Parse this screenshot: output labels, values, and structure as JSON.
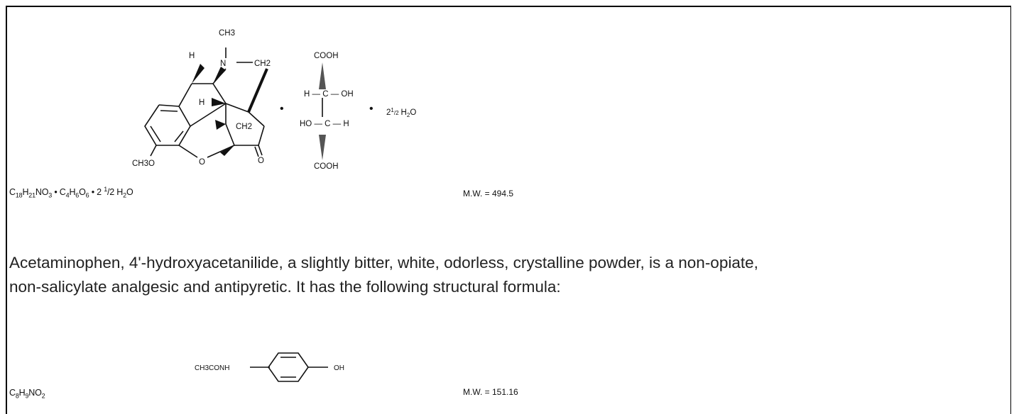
{
  "hydrocodone": {
    "labels": {
      "ch3_top": "CH3",
      "n": "N",
      "ch2_bridge": "CH2",
      "h_top": "H",
      "h_mid": "H",
      "ch2_inner": "CH2",
      "ch3o": "CH3O",
      "ring_o": "O",
      "keto_o": "O"
    },
    "tartrate_labels": {
      "cooh_top": "COOH",
      "row1": "H — C — OH",
      "row2": "HO — C — H",
      "cooh_bottom": "COOH"
    },
    "dot_1": "•",
    "dot_2": "•",
    "hydrate": {
      "lead": "2",
      "frac_num": "1",
      "frac_den": "2",
      "h": "H",
      "sub": "2",
      "o": "O"
    },
    "formula": {
      "p1": "C",
      "s1": "18",
      "p2": "H",
      "s2": "21",
      "p3": "NO",
      "s3": "3",
      "p4": " • C",
      "s4": "4",
      "p5": "H",
      "s5": "6",
      "p6": "O",
      "s6": "6",
      "p7": " • 2 ",
      "sup7": "1",
      "p8": "/2 H",
      "s8": "2",
      "p9": "O"
    },
    "mw": "M.W. = 494.5"
  },
  "paragraph": {
    "line1": "Acetaminophen, 4'-hydroxyacetanilide, a slightly bitter, white, odorless, crystalline powder, is a non-opiate,",
    "line2": "non-salicylate analgesic and antipyretic. It has the following structural formula:"
  },
  "acetaminophen": {
    "labels": {
      "left_group": "CH3CONH",
      "right_group": "OH"
    },
    "formula": {
      "p1": "C",
      "s1": "8",
      "p2": "H",
      "s2": "9",
      "p3": "NO",
      "s3": "2"
    },
    "mw": "M.W. = 151.16"
  }
}
